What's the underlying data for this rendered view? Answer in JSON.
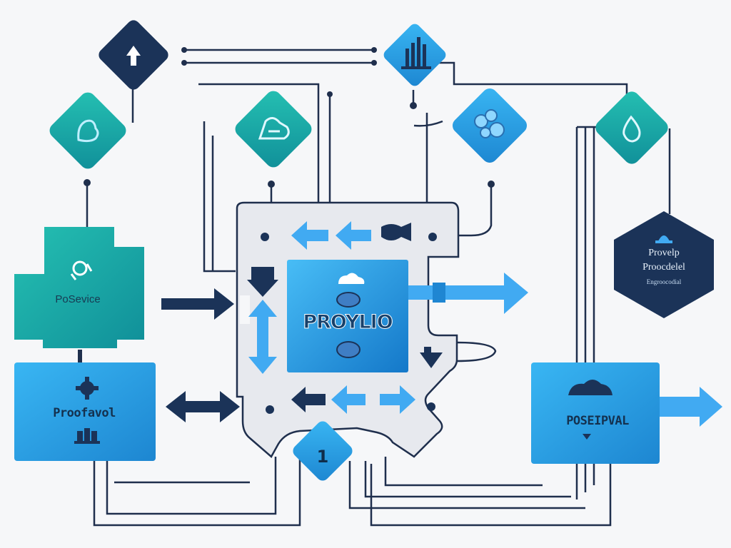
{
  "labels": {
    "service_box": "PoSevice",
    "left_box": "Proofavol",
    "center_box": "PROYLIO",
    "right_box": "POSEIPVAL",
    "hex_line1": "Provelp",
    "hex_line2": "Proocdelel",
    "hex_line3": "Engroocodial",
    "badge_number": "1"
  },
  "icons": {
    "top_left_diamond": "arrow-up-icon",
    "left_teal_diamond": "hand-heart-icon",
    "center_teal_diamond": "cloud-hand-icon",
    "top_right_diamond": "bar-chart-icon",
    "right_blue_diamond": "cloud-shapes-icon",
    "far_right_teal_diamond": "water-drop-icon",
    "service_box_icon": "puzzle-heart-icon",
    "left_box_icon_top": "gear-icon",
    "left_box_icon_bottom": "group-icon",
    "right_box_icon": "hand-cloud-icon",
    "center_icon_top": "cloud-icon",
    "hexagon_icon": "dome-icon"
  },
  "colors": {
    "navy": "#1b3358",
    "teal": "#17a8a0",
    "sky_blue": "#2a9fe0",
    "light_gray": "#e7e9ee",
    "line": "#1f2f4d"
  }
}
